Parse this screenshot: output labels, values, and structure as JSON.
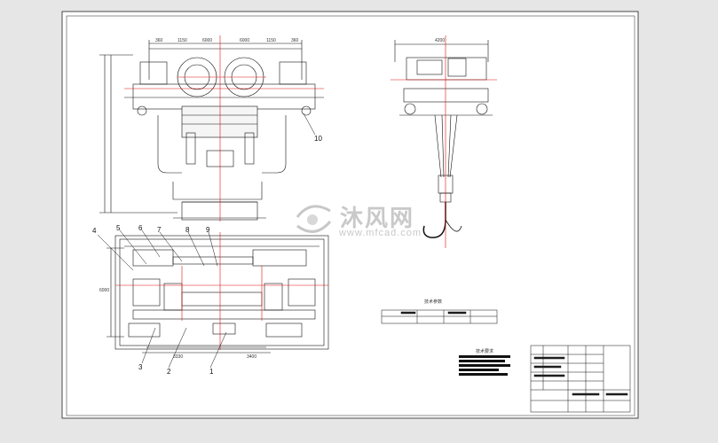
{
  "watermark": {
    "text": "沐风网",
    "url": "www.mfcad.com"
  },
  "dimensions": {
    "top_view": [
      "360",
      "1150",
      "6000",
      "6000",
      "1150",
      "360"
    ],
    "side_view_top": "4200",
    "plan_bottom": [
      "3330",
      "3400"
    ],
    "plan_left": "6000"
  },
  "balloons": [
    "1",
    "2",
    "3",
    "4",
    "5",
    "6",
    "7",
    "8",
    "9",
    "10"
  ],
  "notes": {
    "spec_title": "技术要求",
    "parts_title": "技术参数"
  }
}
